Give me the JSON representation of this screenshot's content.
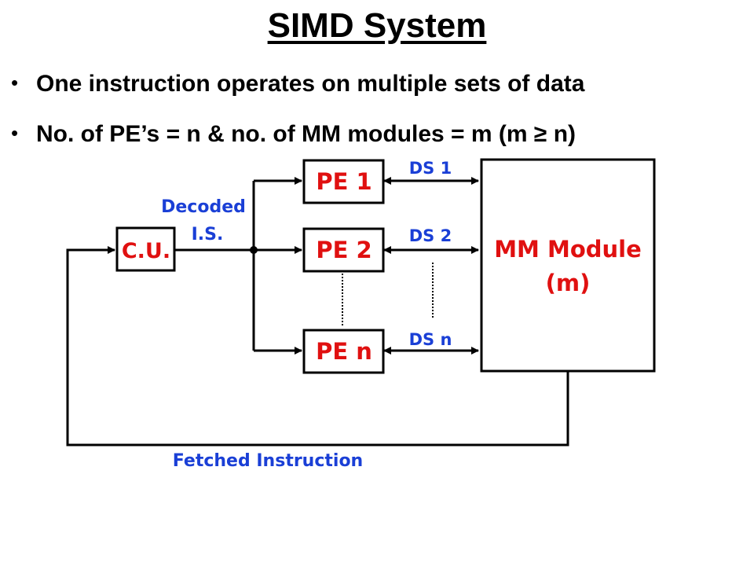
{
  "slide": {
    "title": "SIMD System",
    "bullets": [
      "One instruction operates on multiple sets of data",
      "No. of PE’s = n & no. of MM modules = m  (m ≥ n)"
    ],
    "bullet_glyph": "•"
  },
  "diagram": {
    "control_unit": "C.U.",
    "processing_elements": [
      "PE 1",
      "PE 2",
      "PE n"
    ],
    "memory_module": {
      "line1": "MM Module",
      "line2": "(m)"
    },
    "labels": {
      "decoded_line1": "Decoded",
      "decoded_line2": "I.S.",
      "data_streams": [
        "DS 1",
        "DS 2",
        "DS n"
      ],
      "fetched_instruction": "Fetched Instruction"
    },
    "colors": {
      "box_text": "#e01010",
      "label_text": "#1a3fd6",
      "lines": "#000000"
    }
  }
}
